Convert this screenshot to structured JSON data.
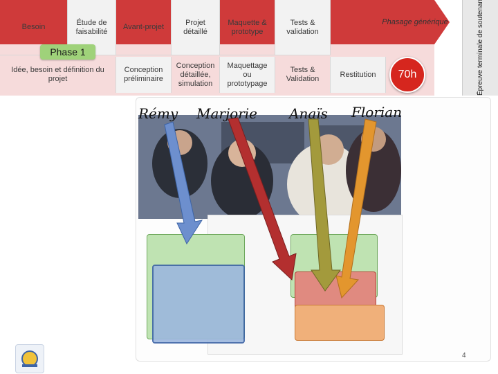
{
  "phases": {
    "top_row": [
      "Besoin",
      "Étude de faisabilité",
      "Avant-projet",
      "Projet détaillé",
      "Maquette & prototype",
      "Tests & validation"
    ],
    "bottom_row": [
      "Idée, besoin et définition du projet",
      "Conception préliminaire",
      "Conception détaillée, simulation",
      "Maquettage ou prototypage",
      "Tests & Validation",
      "Restitution"
    ],
    "phase_label": "Phase 1",
    "generic_label": "Phasage générique",
    "hours_badge": "70h",
    "vertical_label": "Épreuve terminale de soutenance individuelle"
  },
  "students": [
    "Rémy",
    "Marjorie",
    "Anaïs",
    "Florian"
  ],
  "footer": {
    "slide_number": "4"
  },
  "colors": {
    "arrow": "#cf3a3a",
    "phase_green": "#9fd27a",
    "blue_arrow": "#6d8fce",
    "dark_red_arrow": "#b32f2f",
    "olive_arrow": "#a39a3c",
    "orange_arrow": "#e3962e",
    "green_box": "#bfe3b2",
    "blue_box": "#9cb7de",
    "red_box": "#e08a80",
    "orange_box": "#f0b07a"
  }
}
